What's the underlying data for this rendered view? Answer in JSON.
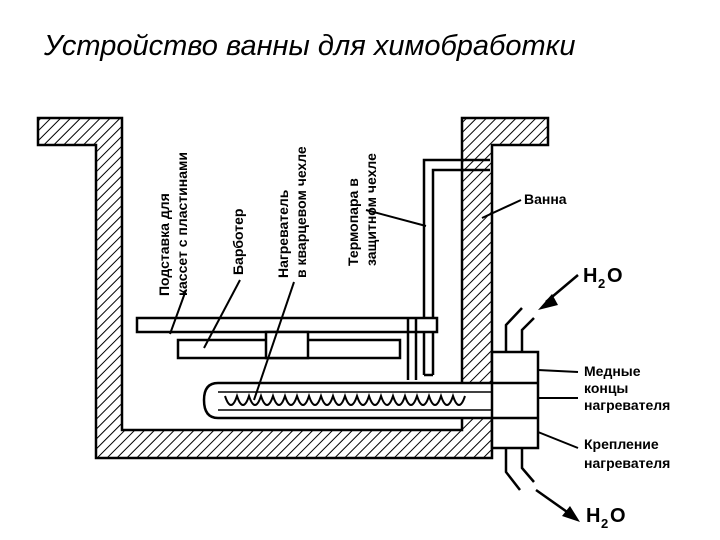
{
  "title": "Устройство ванны для химобработки",
  "labels": {
    "stand_line1": "Подставка для",
    "stand_line2": "кассет с пластинами",
    "bubbler": "Барботер",
    "heater_line1": "Нагреватель",
    "heater_line2": "в кварцевом чехле",
    "thermo_line1": "Термопара в",
    "thermo_line2": "защитном чехле",
    "bath": "Ванна",
    "copper_line1": "Медные",
    "copper_line2": "концы",
    "copper_line3": "нагревателя",
    "mount_line1": "Крепление",
    "mount_line2": "нагревателя",
    "water_in_main": "H",
    "water_in_sub": "2",
    "water_in_tail": "O",
    "water_out_main": "H",
    "water_out_sub": "2",
    "water_out_tail": "O"
  }
}
